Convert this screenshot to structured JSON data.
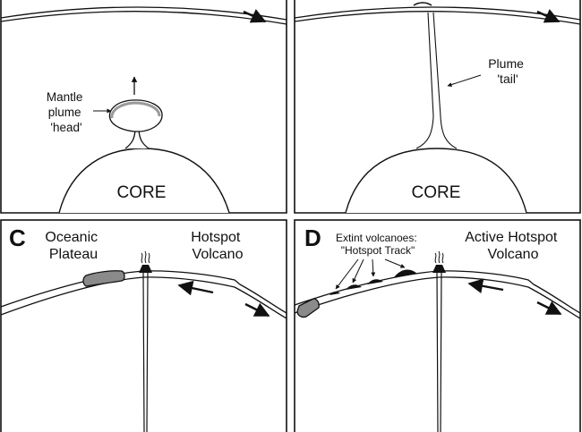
{
  "panels": {
    "a": {
      "labels": {
        "mantle_plume_head": [
          "Mantle",
          "plume",
          "'head'"
        ],
        "core": "CORE"
      }
    },
    "b": {
      "labels": {
        "plume_tail": [
          "Plume",
          "'tail'"
        ],
        "core": "CORE"
      }
    },
    "c": {
      "letter": "C",
      "labels": {
        "oceanic_plateau": [
          "Oceanic",
          "Plateau"
        ],
        "hotspot_volcano": [
          "Hotspot",
          "Volcano"
        ]
      }
    },
    "d": {
      "letter": "D",
      "labels": {
        "extinct_volcanoes": [
          "Extint volcanoes:",
          "\"Hotspot Track\""
        ],
        "active_hotspot_volcano": [
          "Active Hotspot",
          "Volcano"
        ]
      }
    }
  },
  "colors": {
    "line": "#111111",
    "plateau_fill": "#8a8a8a",
    "plume_head_fill": "#9a9a9a"
  }
}
